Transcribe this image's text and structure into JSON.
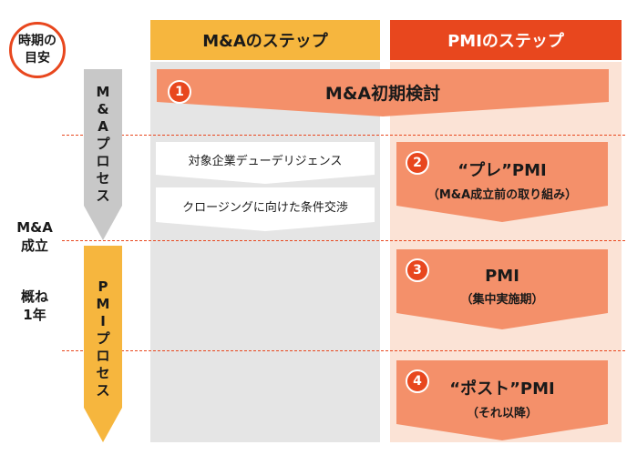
{
  "timing": {
    "line1": "時期の",
    "line2": "目安"
  },
  "headers": {
    "ma": "M&Aのステップ",
    "pmi": "PMIのステップ"
  },
  "process_ma": [
    "M",
    "&",
    "A",
    "プ",
    "ロ",
    "セ",
    "ス"
  ],
  "process_pmi": [
    "P",
    "M",
    "I",
    "プ",
    "ロ",
    "セ",
    "ス"
  ],
  "labels": {
    "ma_close_1": "M&A",
    "ma_close_2": "成立",
    "approx_1": "概ね",
    "approx_2": "1年"
  },
  "step1": {
    "number": "1",
    "title": "M&A初期検討"
  },
  "tasks": [
    "対象企業デューデリジェンス",
    "クロージングに向けた条件交渉"
  ],
  "pmi_steps": [
    {
      "number": "2",
      "title": "“プレ”PMI",
      "subtitle": "（M&A成立前の取り組み）"
    },
    {
      "number": "3",
      "title": "PMI",
      "subtitle": "（集中実施期）"
    },
    {
      "number": "4",
      "title": "“ポスト”PMI",
      "subtitle": "（それ以降）"
    }
  ],
  "colors": {
    "accent_red": "#e8471e",
    "header_orange": "#f6b63e",
    "step_salmon": "#f4906a",
    "grey_column": "#e5e5e5",
    "pink_column": "#fbe3d6",
    "grey_arrow": "#c8c8c8"
  }
}
